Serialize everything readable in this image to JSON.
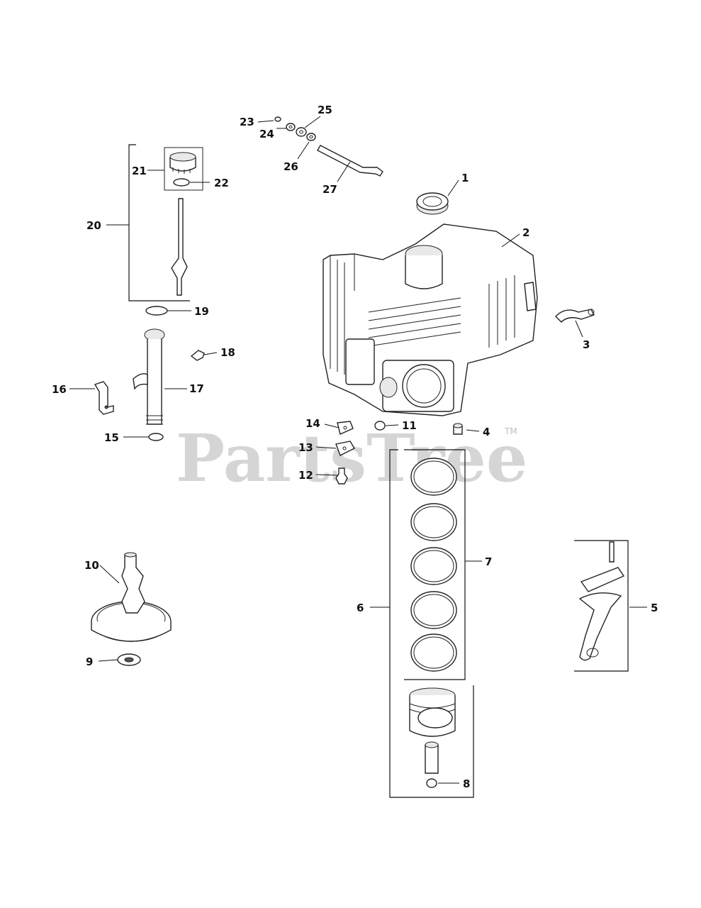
{
  "watermark": {
    "text": "PartsTree",
    "tm": "TM"
  },
  "callouts": [
    "1",
    "2",
    "3",
    "4",
    "5",
    "6",
    "7",
    "8",
    "9",
    "10",
    "11",
    "12",
    "13",
    "14",
    "15",
    "16",
    "17",
    "18",
    "19",
    "20",
    "21",
    "22",
    "23",
    "24",
    "25",
    "26",
    "27"
  ]
}
